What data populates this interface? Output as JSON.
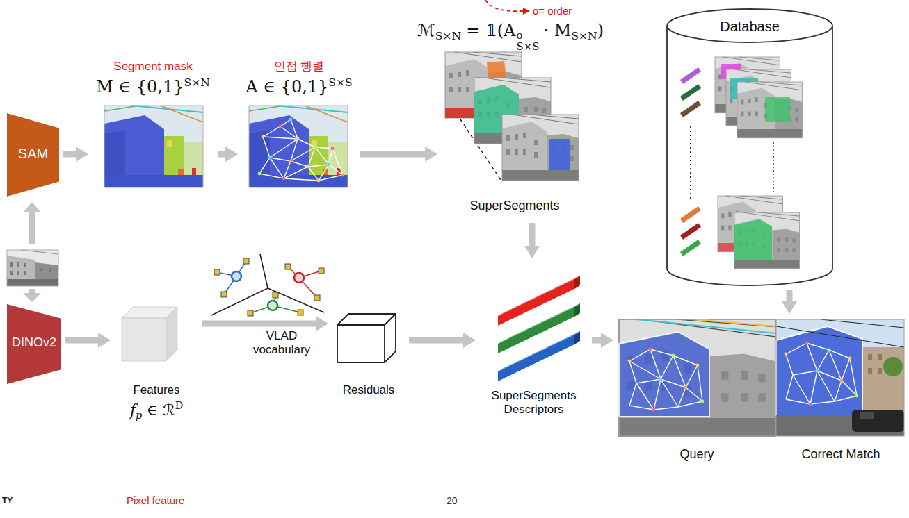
{
  "diagram": {
    "nodes": [
      {
        "text": [
          "SAM"
        ]
      },
      {
        "text": [
          "Segment mask",
          "M ∈ {0,1}",
          "S×N"
        ]
      },
      {
        "text": [
          "인접 행렬",
          "A ∈ {0,1}",
          "S×S"
        ]
      },
      {
        "text": [
          "SuperSegments"
        ]
      },
      {
        "text": [
          "Database"
        ]
      },
      {
        "text": [
          "DINOv2"
        ]
      },
      {
        "text": [
          "Features",
          "f",
          "p",
          "∈ ℛ",
          "D"
        ]
      },
      {
        "text": [
          "VLAD vocabulary"
        ]
      },
      {
        "text": [
          "Residuals"
        ]
      },
      {
        "text": [
          "SuperSegments Descriptors"
        ]
      },
      {
        "text": [
          "Query"
        ]
      },
      {
        "text": [
          "Correct Match"
        ]
      }
    ],
    "edges": [
      {
        "from": 0,
        "to": 1,
        "arrow": "to"
      },
      {
        "from": 1,
        "to": 2,
        "arrow": "to"
      },
      {
        "from": 2,
        "to": 3,
        "arrow": "to"
      },
      {
        "from": 5,
        "to": 6,
        "arrow": "to"
      },
      {
        "from": 6,
        "to": 8,
        "arrow": "to"
      },
      {
        "from": 8,
        "to": 9,
        "arrow": "to"
      },
      {
        "from": 3,
        "to": 9,
        "arrow": "to"
      },
      {
        "from": 9,
        "to": 10,
        "arrow": "to"
      },
      {
        "from": 4,
        "to": 11,
        "arrow": "to"
      }
    ],
    "labels": [
      "o= order",
      "ℳ",
      "S×N",
      "= 𝟙(A",
      "o",
      "S×S",
      "· M",
      "S×N",
      ")",
      "Pixel feature",
      "20",
      "TY"
    ]
  }
}
